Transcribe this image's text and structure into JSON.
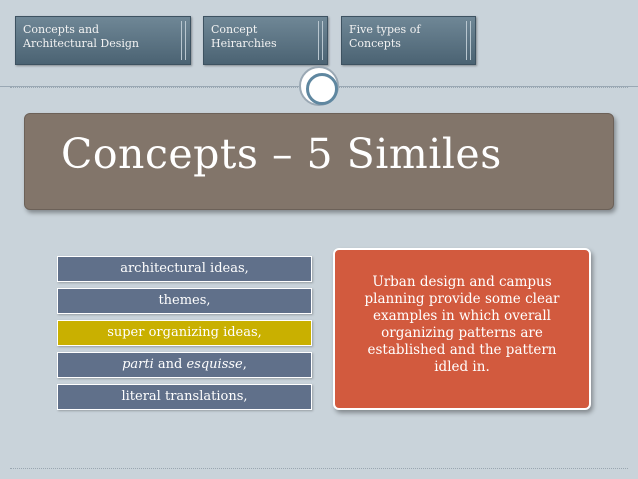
{
  "nav": {
    "tabs": [
      {
        "line1": "Concepts and",
        "line2": "Architectural Design"
      },
      {
        "line1": "Concept",
        "line2": "Heirarchies"
      },
      {
        "line1": "Five types of",
        "line2": "Concepts"
      }
    ]
  },
  "title": "Concepts – 5 Similes",
  "list": {
    "items": [
      {
        "label": "architectural ideas,"
      },
      {
        "label": "themes,"
      },
      {
        "label": "super organizing ideas,"
      },
      {
        "label_italic_a": "parti",
        "label_mid": " and ",
        "label_italic_b": "esquisse",
        "label_end": ","
      },
      {
        "label": "literal translations,"
      }
    ],
    "highlight_color": "#c9b000",
    "item_color": "#60708a"
  },
  "callout": {
    "text": "Urban design and campus planning provide some clear examples in which overall organizing patterns are established and the pattern idled in.",
    "color": "#d25a3e"
  },
  "colors": {
    "title_box": "#82756a",
    "background": "#c9d3da",
    "tab": "#5b7383"
  }
}
